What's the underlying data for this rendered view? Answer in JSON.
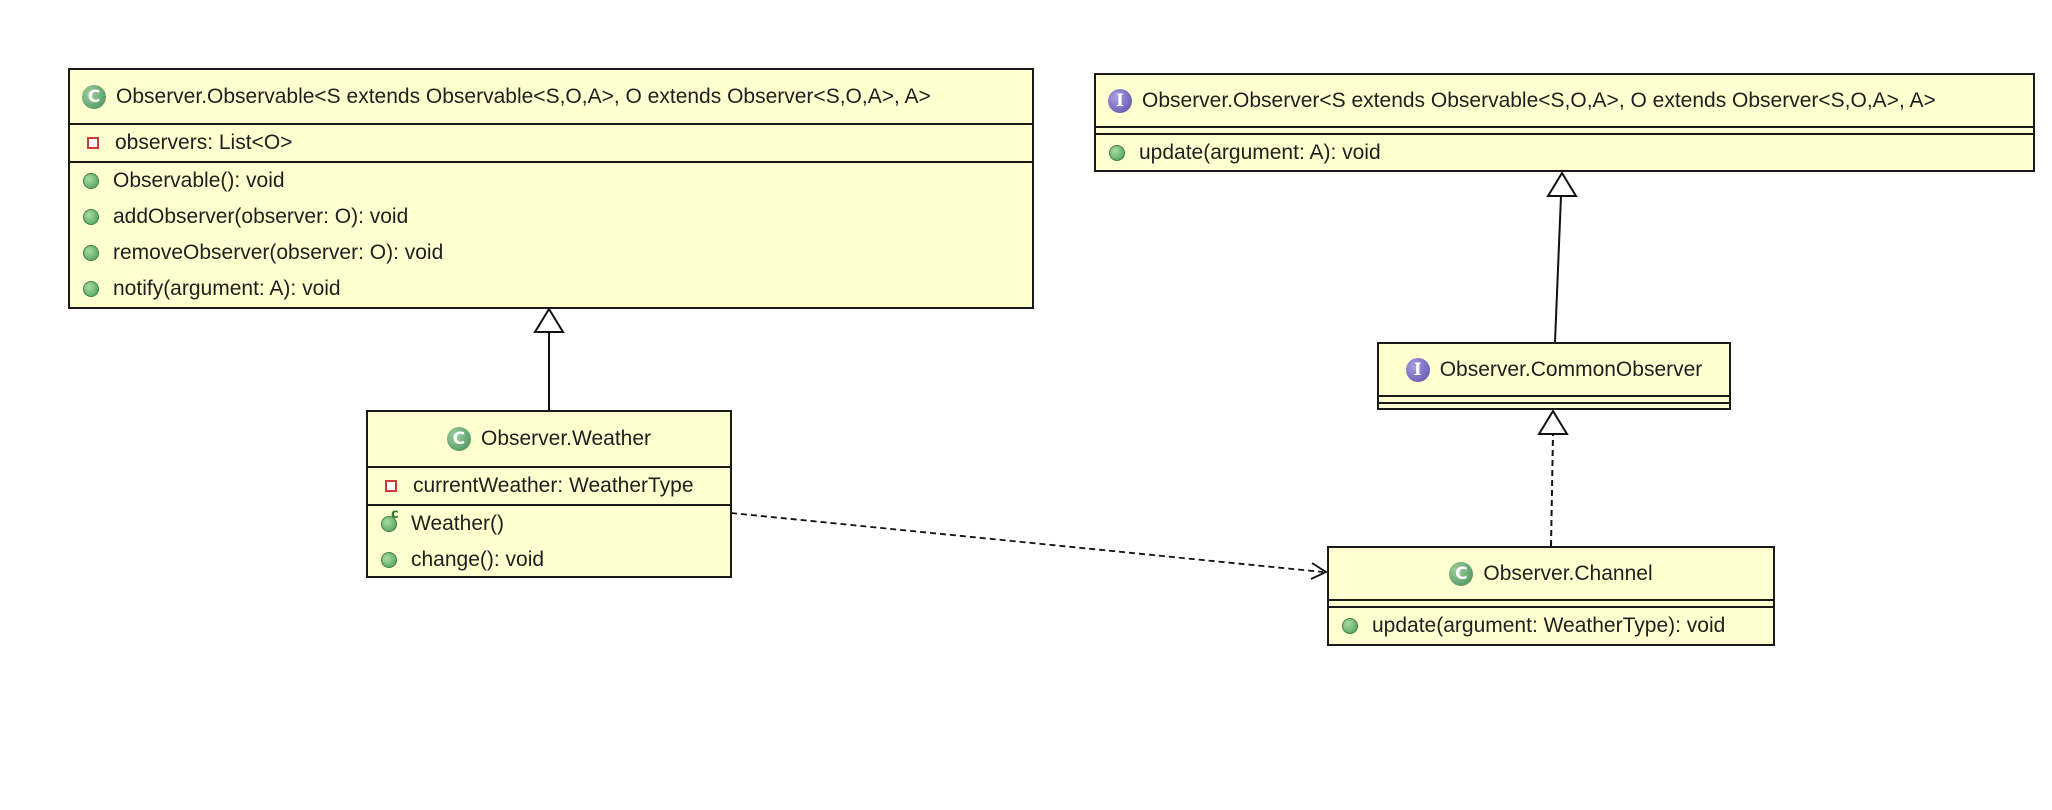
{
  "classes": {
    "observable": {
      "title": "Observer.Observable<S extends Observable<S,O,A>, O extends Observer<S,O,A>, A>",
      "fields": [
        "observers: List<O>"
      ],
      "methods": [
        "Observable(): void",
        "addObserver(observer: O): void",
        "removeObserver(observer: O): void",
        "notify(argument: A): void"
      ]
    },
    "observer": {
      "title": "Observer.Observer<S extends Observable<S,O,A>, O extends Observer<S,O,A>, A>",
      "methods": [
        "update(argument: A): void"
      ]
    },
    "common_observer": {
      "title": "Observer.CommonObserver"
    },
    "weather": {
      "title": "Observer.Weather",
      "fields": [
        "currentWeather: WeatherType"
      ],
      "methods": [
        "Weather()",
        "change(): void"
      ]
    },
    "channel": {
      "title": "Observer.Channel",
      "methods": [
        "update(argument: WeatherType): void"
      ]
    }
  },
  "icons": {
    "class_icon": "C",
    "interface_icon": "I",
    "constructor_marker": "c",
    "class_color": "#3f8a55",
    "interface_color": "#5a4aa6",
    "private_color": "#d23a3a",
    "box_fill": "#ffffcf"
  },
  "relations": [
    {
      "from": "weather",
      "to": "observable",
      "kind": "generalization"
    },
    {
      "from": "common_observer",
      "to": "observer",
      "kind": "generalization"
    },
    {
      "from": "channel",
      "to": "common_observer",
      "kind": "realization"
    },
    {
      "from": "weather",
      "to": "channel",
      "kind": "dependency"
    }
  ]
}
